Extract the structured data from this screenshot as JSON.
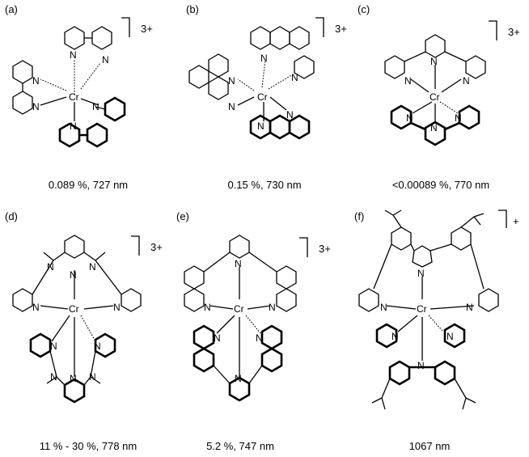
{
  "panels": [
    {
      "label": "(a)",
      "charge": "3+",
      "caption": "0.089 %, 727 nm"
    },
    {
      "label": "(b)",
      "charge": "3+",
      "caption": "0.15 %, 730 nm"
    },
    {
      "label": "(c)",
      "charge": "3+",
      "caption": "<0.00089 %, 770 nm"
    },
    {
      "label": "(d)",
      "charge": "3+",
      "caption": "11 % - 30 %, 778 nm"
    },
    {
      "label": "(e)",
      "charge": "3+",
      "caption": "5.2 %, 747 nm"
    },
    {
      "label": "(f)",
      "charge": "+",
      "caption": "1067 nm"
    }
  ],
  "atoms": {
    "metal": "Cr",
    "nitrogen": "N"
  }
}
